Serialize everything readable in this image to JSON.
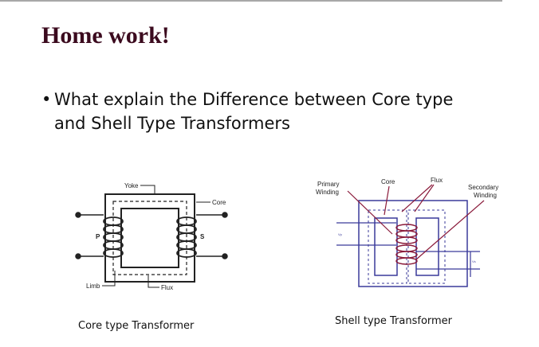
{
  "slide": {
    "title": "Home work!",
    "bullet": {
      "marker": "•",
      "line1": "What explain the Difference between Core type",
      "line2": "and  Shell Type Transformers"
    }
  },
  "core_figure": {
    "labels": {
      "yoke": "Yoke",
      "core": "Core",
      "p": "P",
      "s": "S",
      "limb": "Limb",
      "flux": "Flux"
    },
    "caption": "Core type Transformer"
  },
  "shell_figure": {
    "labels": {
      "primary_l1": "Primary",
      "primary_l2": "Winding",
      "core": "Core",
      "flux": "Flux",
      "secondary_l1": "Secondary",
      "secondary_l2": "Winding",
      "vp": "Vp",
      "vs": "Vs"
    },
    "caption": "Shell type Transformer"
  }
}
